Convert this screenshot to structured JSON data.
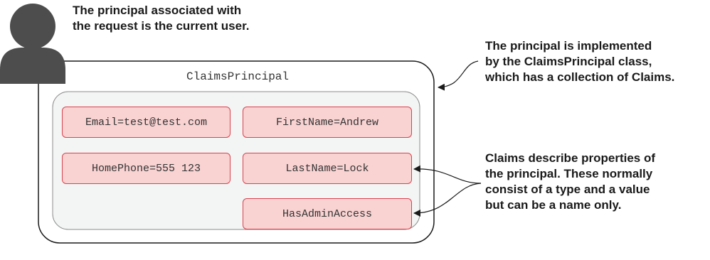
{
  "annotations": {
    "user_lines": [
      "The principal associated with",
      "the request is the current user."
    ],
    "principal_lines": [
      "The principal is implemented",
      "by the ClaimsPrincipal class,",
      "which has a collection of Claims."
    ],
    "claims_lines": [
      "Claims describe properties of",
      "the principal. These normally",
      "consist of a type and a value",
      "but can be a name only."
    ]
  },
  "principal": {
    "title": "ClaimsPrincipal",
    "claims": [
      "Email=test@test.com",
      "FirstName=Andrew",
      "HomePhone=555 123",
      "LastName=Lock",
      "HasAdminAccess"
    ]
  },
  "icons": {
    "user": "user-icon"
  },
  "colors": {
    "claim_fill": "#f9d2d2",
    "claim_border": "#d9434e",
    "inner_fill": "#f3f4f4",
    "icon_fill": "#4d4d4d"
  }
}
